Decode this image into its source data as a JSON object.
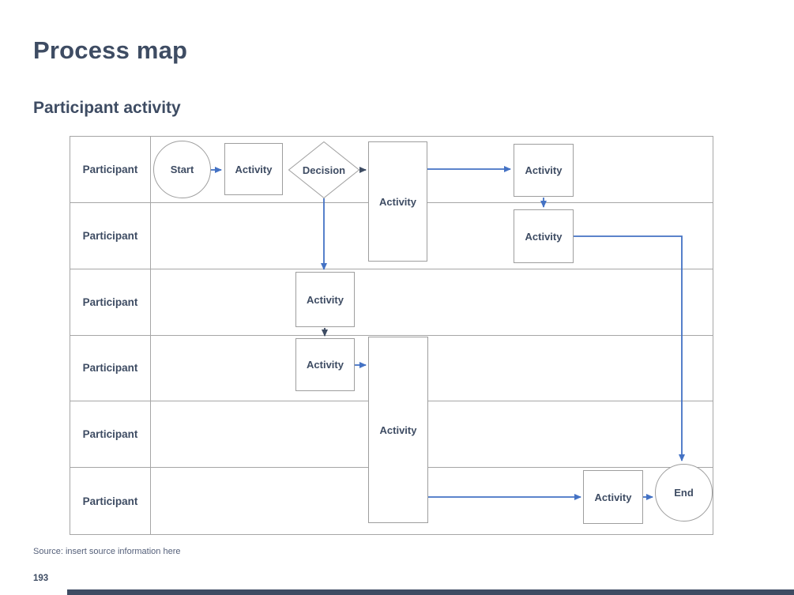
{
  "page": {
    "title": "Process map",
    "subtitle": "Participant activity",
    "source_note": "Source: insert source information here",
    "page_number": "193"
  },
  "colors": {
    "heading_text": "#3e4c63",
    "node_text": "#3e4c63",
    "connector_blue": "#4472c4",
    "connector_dark": "#3e4c63",
    "grid_border": "#a6a6a6",
    "shape_border": "#9e9e9e",
    "footer_bar": "#3e4c63",
    "source_text": "#55607a"
  },
  "diagram": {
    "lanes": [
      {
        "label": "Participant"
      },
      {
        "label": "Participant"
      },
      {
        "label": "Participant"
      },
      {
        "label": "Participant"
      },
      {
        "label": "Participant"
      },
      {
        "label": "Participant"
      }
    ],
    "nodes": {
      "start": {
        "label": "Start",
        "shape": "circle"
      },
      "activity1": {
        "label": "Activity",
        "shape": "rectangle"
      },
      "decision": {
        "label": "Decision",
        "shape": "diamond"
      },
      "activity2": {
        "label": "Activity",
        "shape": "rectangle-tall"
      },
      "activity3": {
        "label": "Activity",
        "shape": "rectangle"
      },
      "activity4": {
        "label": "Activity",
        "shape": "rectangle"
      },
      "activity5": {
        "label": "Activity",
        "shape": "rectangle"
      },
      "activity6": {
        "label": "Activity",
        "shape": "rectangle"
      },
      "activity7": {
        "label": "Activity",
        "shape": "rectangle-tall"
      },
      "activity8": {
        "label": "Activity",
        "shape": "rectangle"
      },
      "end": {
        "label": "End",
        "shape": "circle"
      }
    }
  }
}
